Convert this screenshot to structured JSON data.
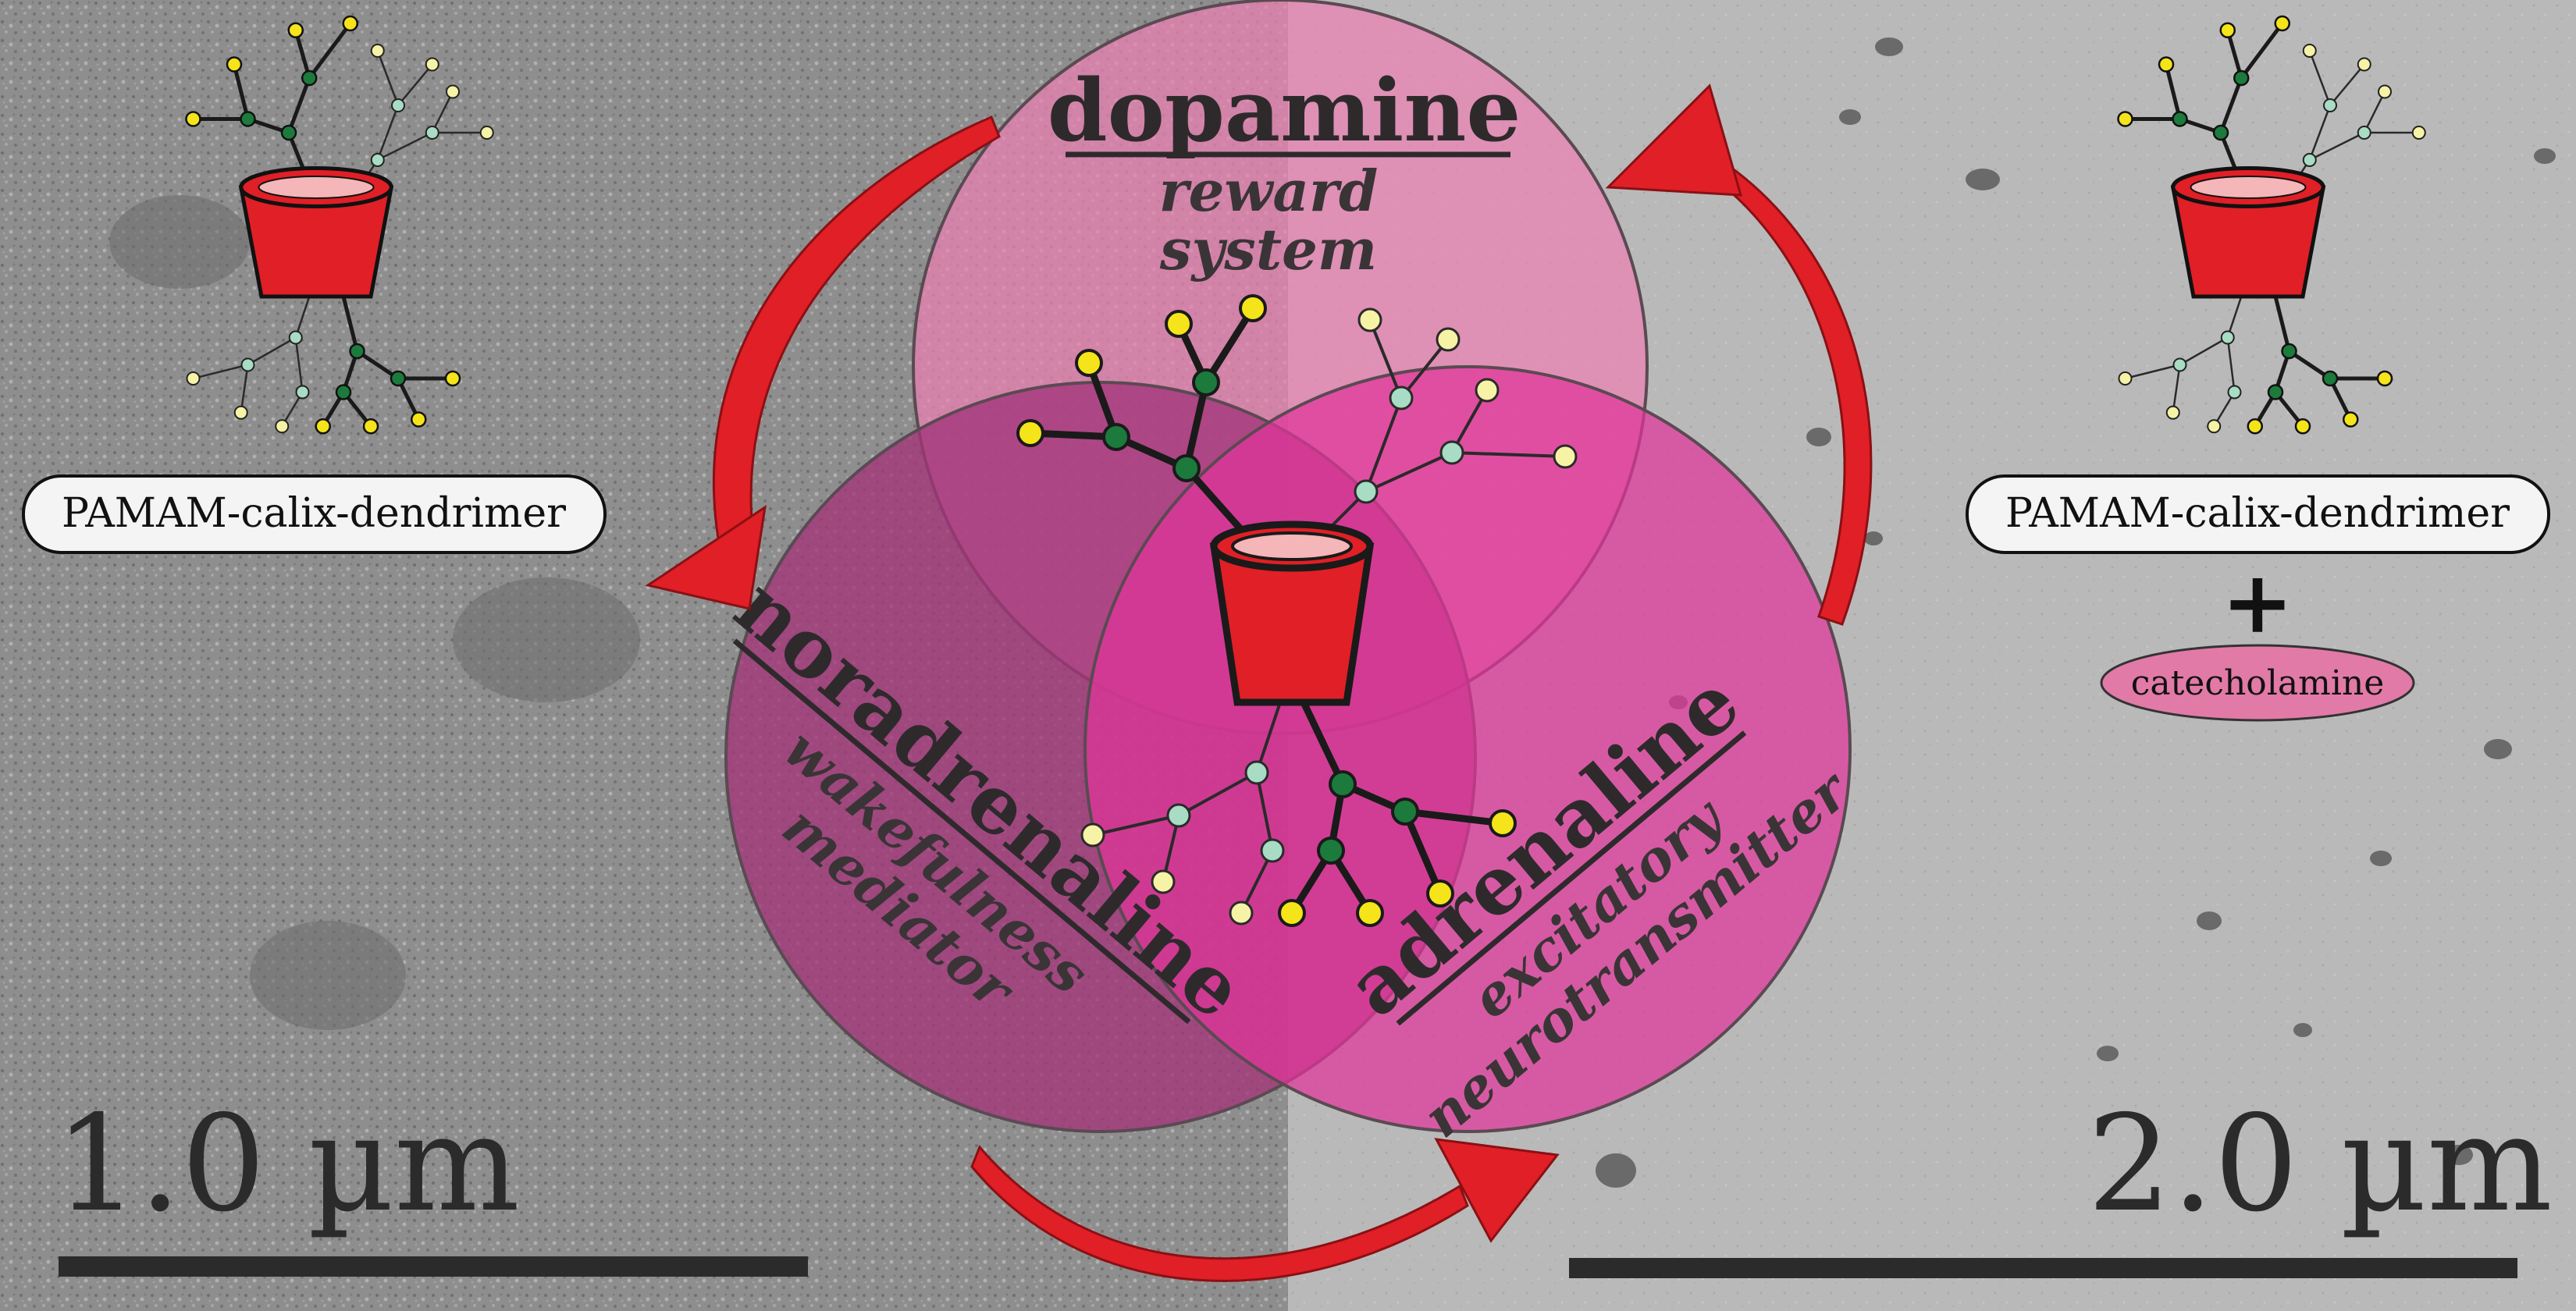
{
  "panels": {
    "left_scale": "1.0 µm",
    "right_scale": "2.0 µm"
  },
  "labels": {
    "left_dendrimer": "PAMAM-calix-dendrimer",
    "right_dendrimer": "PAMAM-calix-dendrimer",
    "plus": "+",
    "catecholamine": "catecholamine"
  },
  "circles": {
    "dopamine": {
      "title": "dopamine",
      "sub1": "reward",
      "sub2": "system",
      "color": "#ec7fb3"
    },
    "noradrenaline": {
      "title": "noradrenaline",
      "sub1": "wakefulness",
      "sub2": "mediator",
      "color": "#a3357a"
    },
    "adrenaline": {
      "title": "adrenaline",
      "sub1": "excitatory",
      "sub2": "neurotransmitter",
      "color": "#e0359a"
    }
  },
  "colors": {
    "cup": "#e01f26",
    "cup_top": "#f4b6b8",
    "node_dark": "#1c7a3c",
    "node_light": "#a8dcc4",
    "node_yellow": "#f4e419",
    "node_pale": "#f7f3a6",
    "arrow": "#e01f26",
    "label_pink": "#e27aa8"
  }
}
